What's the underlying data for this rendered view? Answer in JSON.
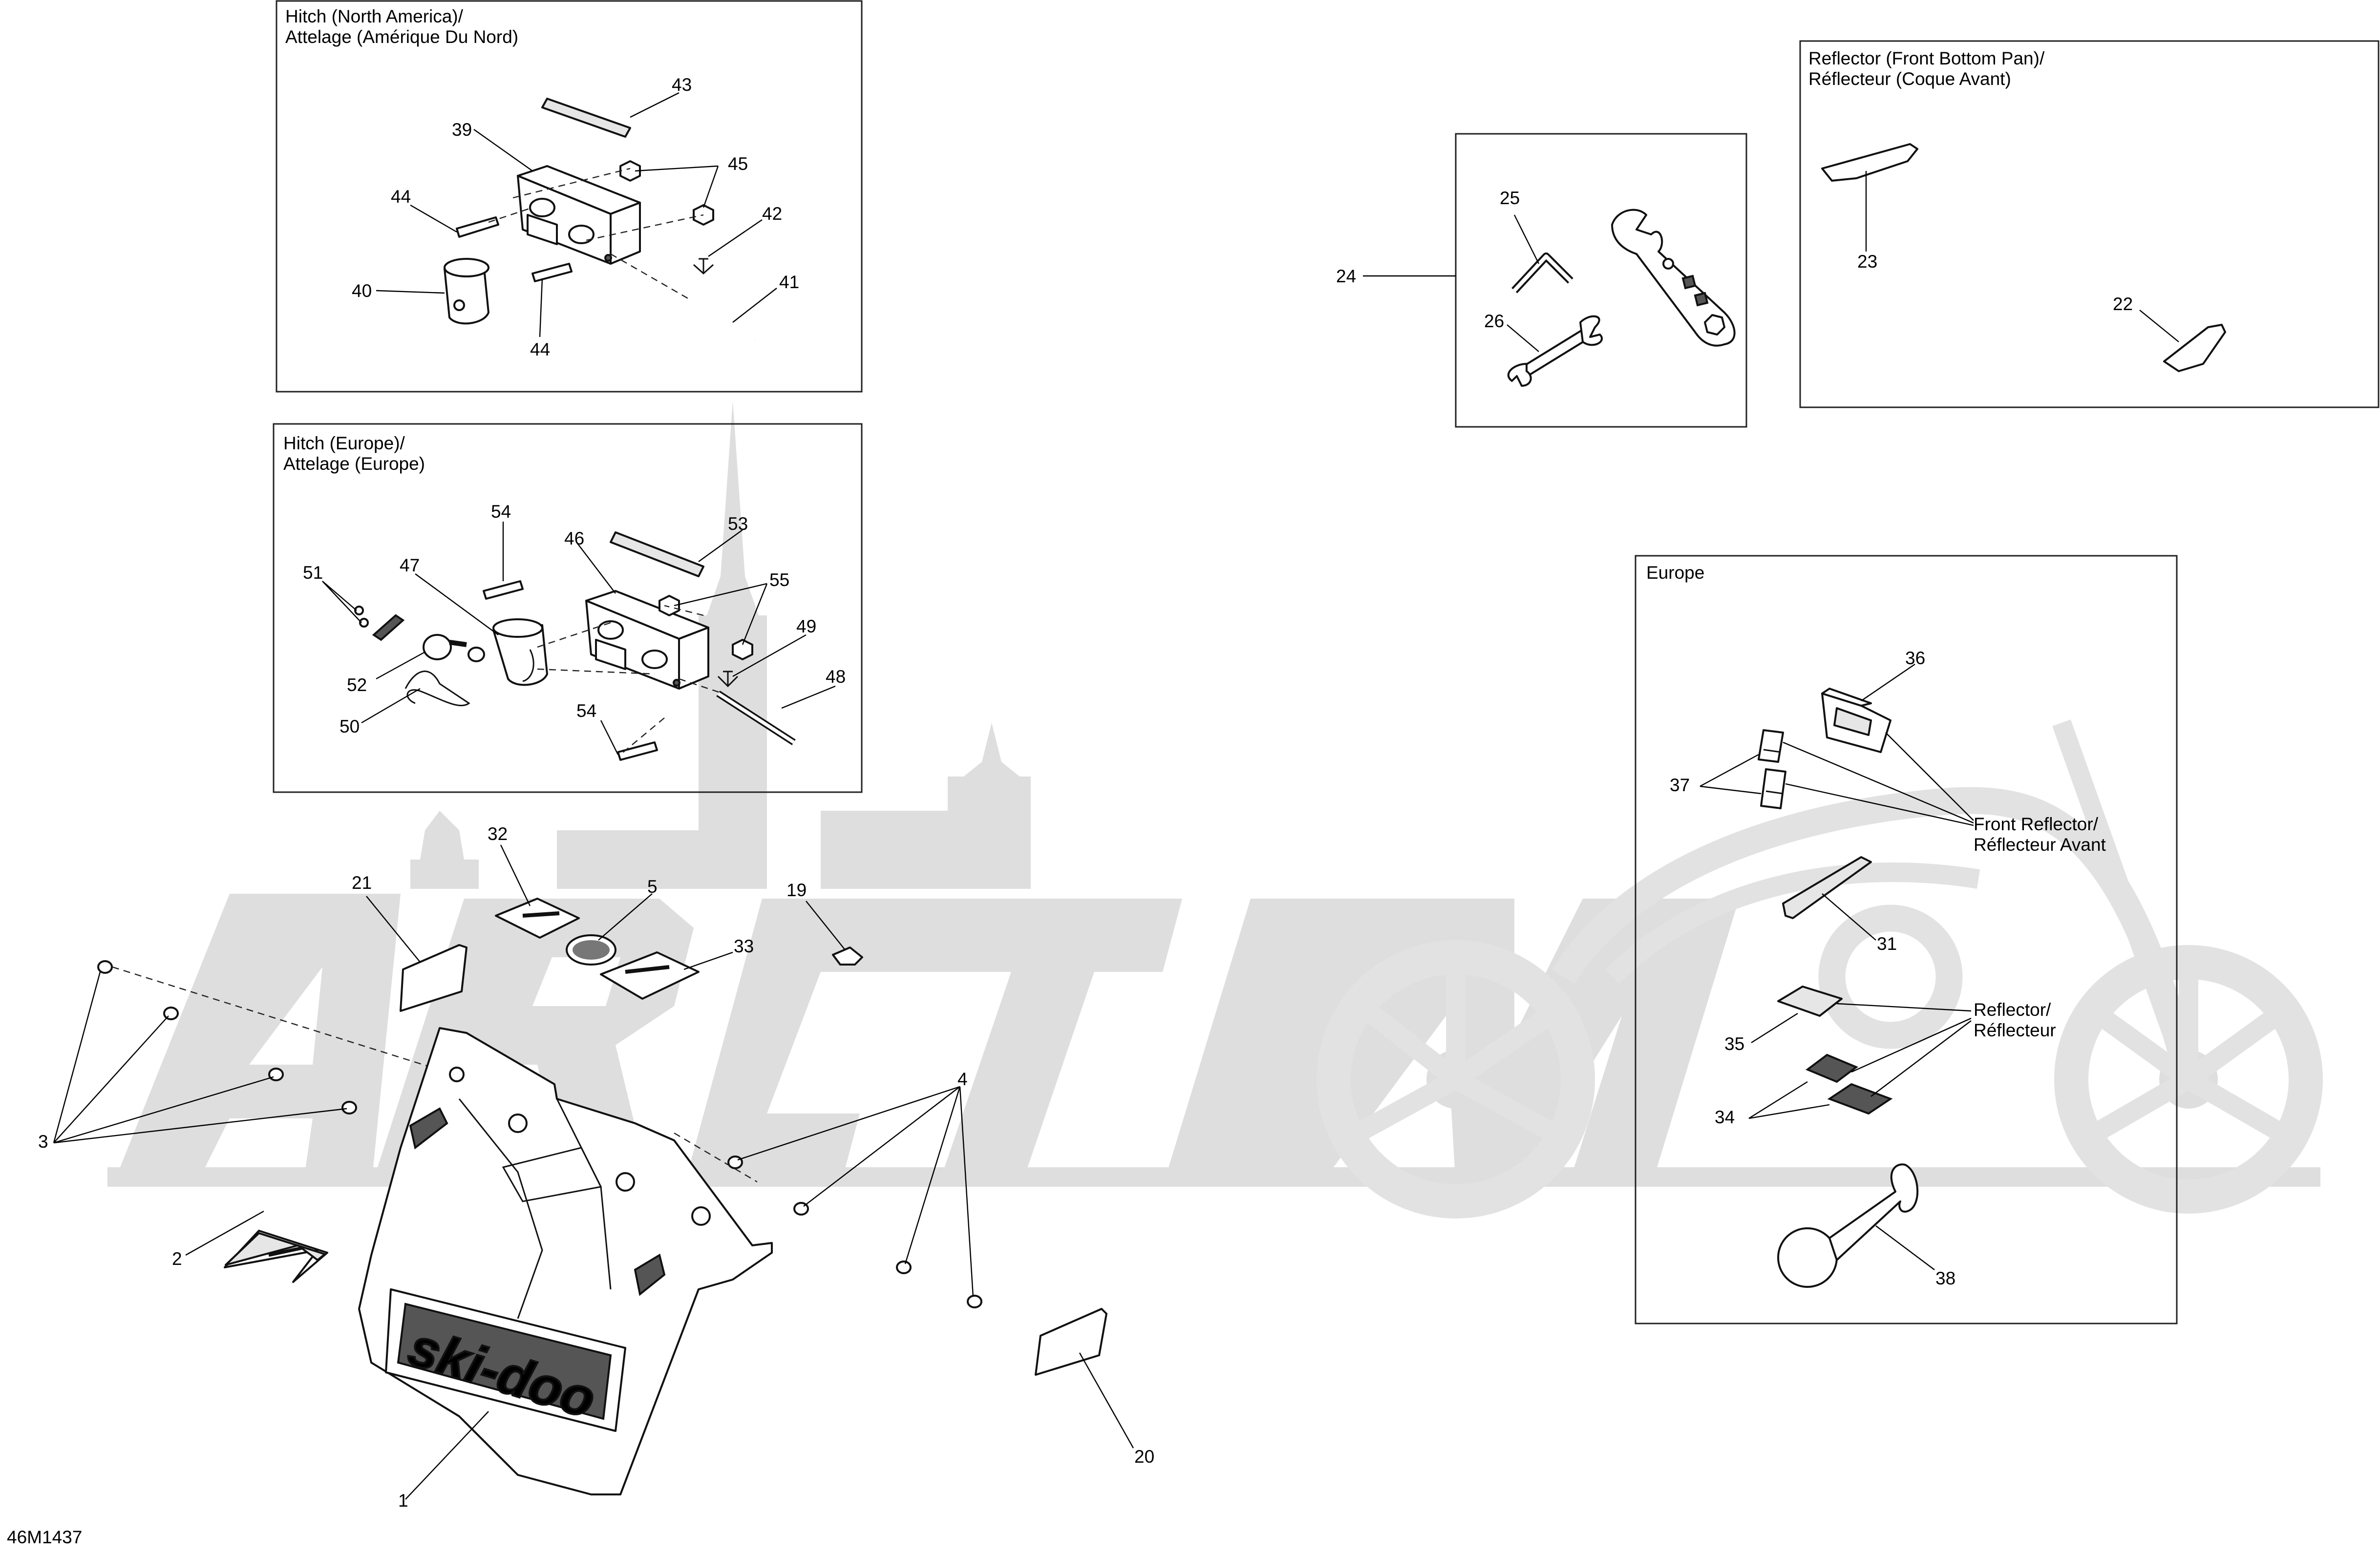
{
  "drawing_code": "46M1437",
  "watermark": "ARCTIC MOTO",
  "insets": {
    "hitch_na": {
      "title_line1": "Hitch (North America)/",
      "title_line2": "Attelage (Amérique Du Nord)"
    },
    "hitch_eu": {
      "title_line1": "Hitch (Europe)/",
      "title_line2": "Attelage (Europe)"
    },
    "reflector_front": {
      "title_line1": "Reflector (Front Bottom Pan)/",
      "title_line2": "Réflecteur (Coque Avant)"
    },
    "europe": {
      "title": "Europe",
      "front_reflector_line1": "Front Reflector/",
      "front_reflector_line2": "Réflecteur Avant",
      "reflector_line1": "Reflector/",
      "reflector_line2": "Réflecteur"
    }
  },
  "callouts": {
    "c1": "1",
    "c2": "2",
    "c3": "3",
    "c4": "4",
    "c5": "5",
    "c19": "19",
    "c20": "20",
    "c21": "21",
    "c22": "22",
    "c23": "23",
    "c24": "24",
    "c25": "25",
    "c26": "26",
    "c31": "31",
    "c32": "32",
    "c33": "33",
    "c34": "34",
    "c35": "35",
    "c36": "36",
    "c37": "37",
    "c38": "38",
    "c39": "39",
    "c40": "40",
    "c41": "41",
    "c42": "42",
    "c43": "43",
    "c44a": "44",
    "c44b": "44",
    "c45": "45",
    "c46": "46",
    "c47": "47",
    "c48": "48",
    "c49": "49",
    "c50": "50",
    "c51": "51",
    "c52": "52",
    "c53": "53",
    "c54a": "54",
    "c54b": "54",
    "c55": "55"
  },
  "bumper_logo": "ski-doo"
}
